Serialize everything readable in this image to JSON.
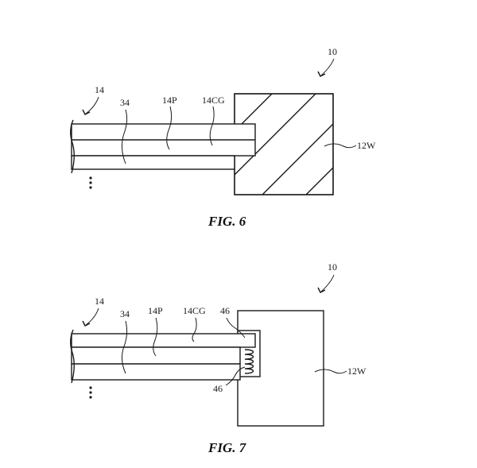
{
  "fig6": {
    "caption": "FIG. 6",
    "ref_device": "10",
    "ref_display": "14",
    "ref_layer_a": "34",
    "ref_panel": "14P",
    "ref_cover_glass": "14CG",
    "ref_wall": "12W"
  },
  "fig7": {
    "caption": "FIG. 7",
    "ref_device": "10",
    "ref_display": "14",
    "ref_layer_a": "34",
    "ref_panel": "14P",
    "ref_cover_glass": "14CG",
    "ref_spring_top": "46",
    "ref_spring_bottom": "46",
    "ref_wall": "12W"
  },
  "colors": {
    "ink": "#1a1a1a",
    "paper": "#ffffff"
  }
}
